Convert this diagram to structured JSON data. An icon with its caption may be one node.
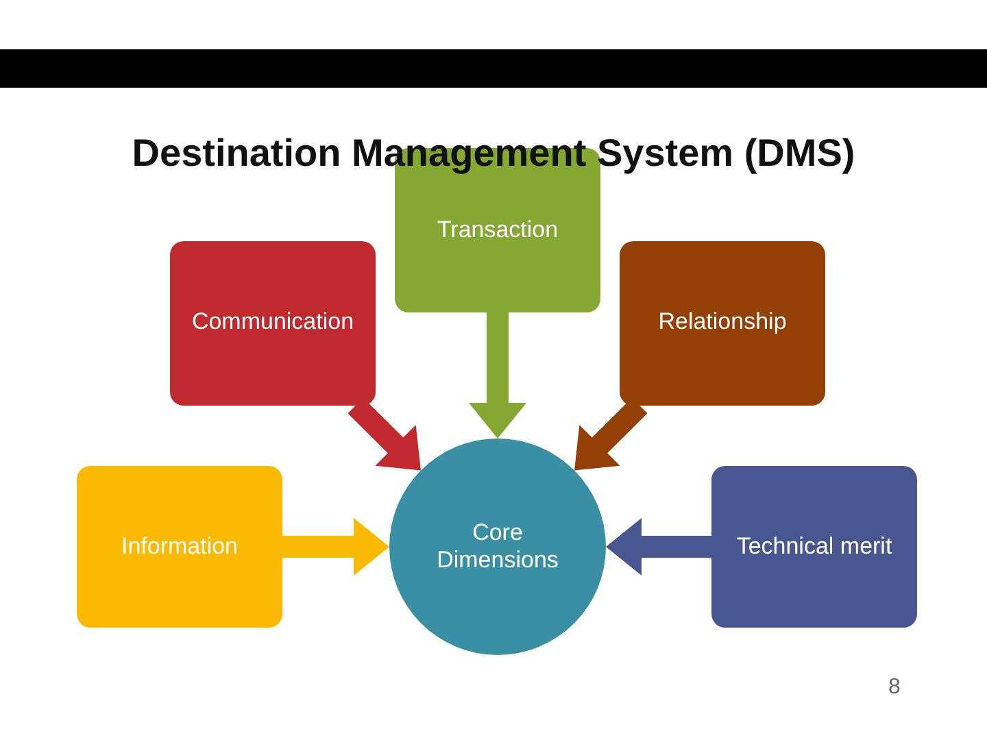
{
  "diagram": {
    "title": "Destination Management System (DMS)",
    "nodes": [
      {
        "text": [
          "Transaction"
        ]
      },
      {
        "text": [
          "Communication"
        ]
      },
      {
        "text": [
          "Relationship"
        ]
      },
      {
        "text": [
          "Information"
        ]
      },
      {
        "text": [
          "Core Dimensions"
        ]
      },
      {
        "text": [
          "Technical merit"
        ]
      }
    ],
    "edges": [
      {
        "from": 0,
        "to": 4,
        "arrow": "to",
        "color": "#84a832"
      },
      {
        "from": 1,
        "to": 4,
        "arrow": "to",
        "color": "#c0292d"
      },
      {
        "from": 2,
        "to": 4,
        "arrow": "to",
        "color": "#933f06"
      },
      {
        "from": 3,
        "to": 4,
        "arrow": "to",
        "color": "#fbb900"
      },
      {
        "from": 5,
        "to": 4,
        "arrow": "to",
        "color": "#48578f"
      }
    ],
    "labels": [
      "8"
    ]
  }
}
